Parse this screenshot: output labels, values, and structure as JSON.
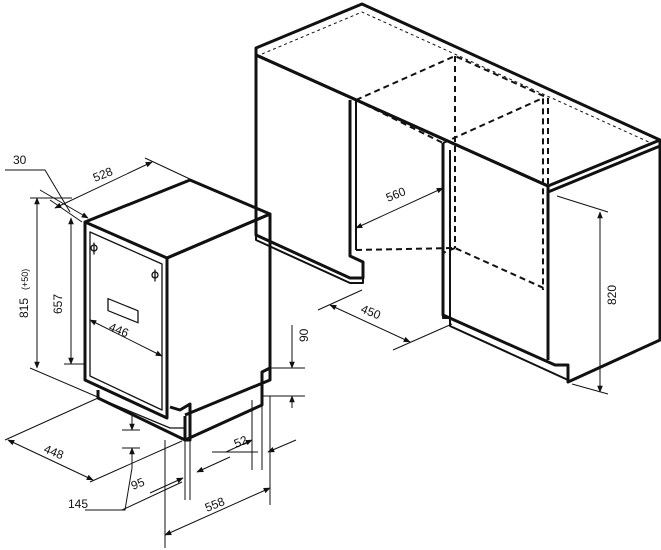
{
  "dimensions": {
    "top_gap": "30",
    "width_top": "528",
    "total_height": "815",
    "total_height_extra": "(+50)",
    "body_height": "657",
    "inner_width": "446",
    "plinth_height": "90",
    "depth_448": "448",
    "plinth_depth": "52",
    "door_depth": "95",
    "foot_height": "145",
    "total_depth": "558",
    "niche_width": "560",
    "niche_depth": "450",
    "niche_height": "820"
  }
}
